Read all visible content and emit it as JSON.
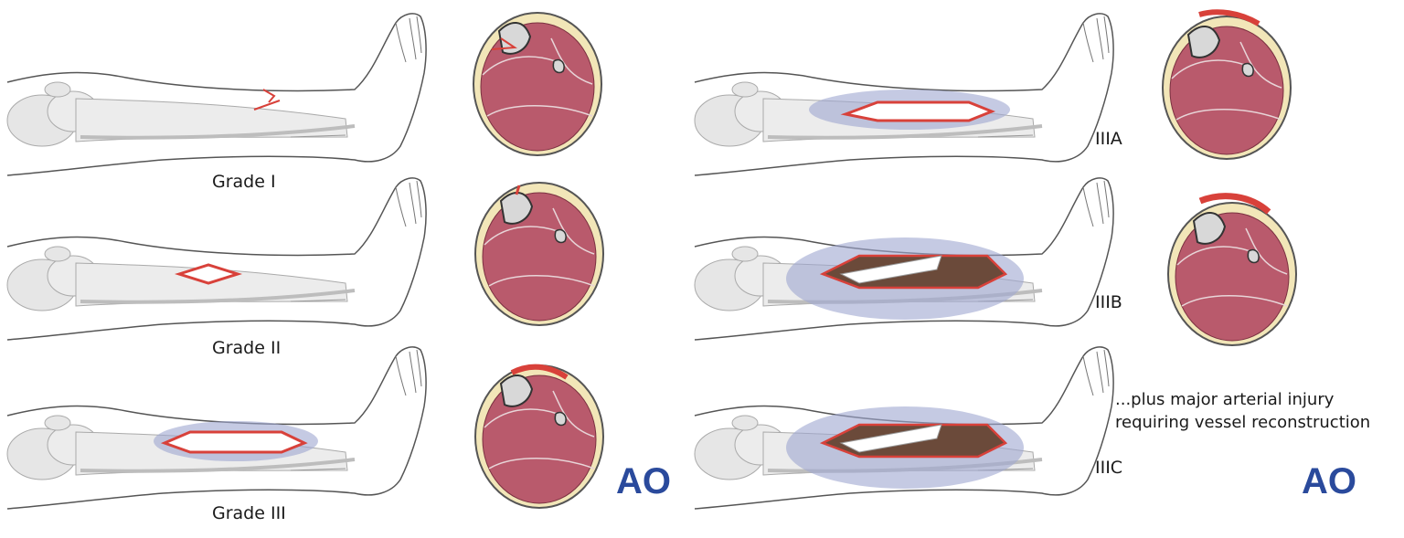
{
  "grades": [
    {
      "label": "Grade I"
    },
    {
      "label": "Grade II"
    },
    {
      "label": "Grade III"
    },
    {
      "label": "IIIA"
    },
    {
      "label": "IIIB"
    },
    {
      "label": "IIIC"
    }
  ],
  "note": {
    "line1": "...plus major arterial injury",
    "line2": "requiring vessel reconstruction"
  },
  "logo": {
    "text": "AO",
    "color": "#2a4a9c"
  },
  "colors": {
    "skin_outline": "#555555",
    "bone_fill": "#e6e6e6",
    "wound_red": "#d8413a",
    "muscle": "#b95a6c",
    "fat": "#f2e6b8",
    "bruise": "#9fa6d0",
    "exposed_bone": "#ffffff",
    "degloved": "#6b4a3a"
  }
}
